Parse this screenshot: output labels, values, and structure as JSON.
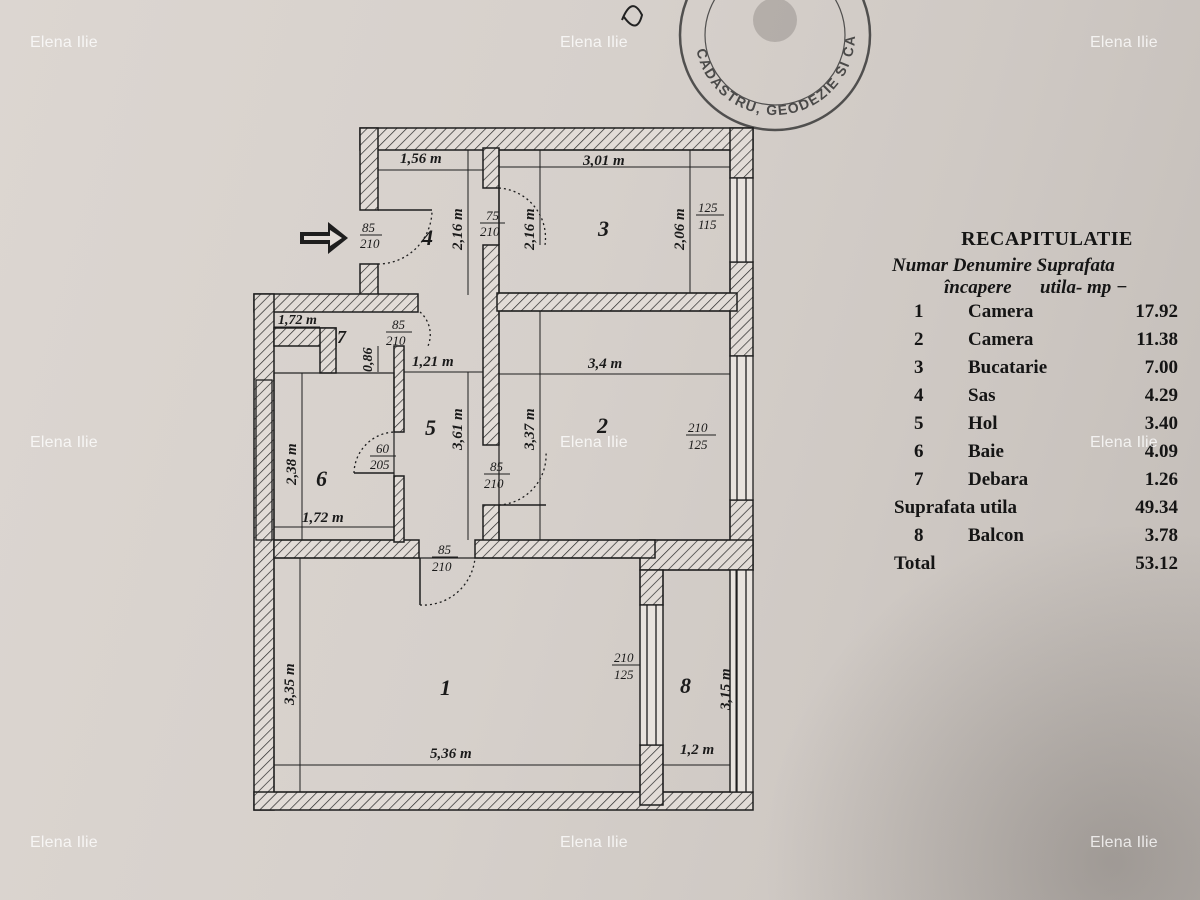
{
  "watermarks": [
    "Elena Ilie",
    "Elena Ilie",
    "Elena Ilie",
    "Elena Ilie",
    "Elena Ilie",
    "Elena Ilie",
    "Elena Ilie",
    "Elena Ilie"
  ],
  "stamp": {
    "text": "CADASTRU, GEODEZIE SI CARTOGRAFIE"
  },
  "plan": {
    "rooms": [
      {
        "id": "1",
        "label": "1"
      },
      {
        "id": "2",
        "label": "2"
      },
      {
        "id": "3",
        "label": "3"
      },
      {
        "id": "4",
        "label": "4"
      },
      {
        "id": "5",
        "label": "5"
      },
      {
        "id": "6",
        "label": "6"
      },
      {
        "id": "7",
        "label": "7"
      },
      {
        "id": "8",
        "label": "8"
      }
    ],
    "dimensions": [
      "1,56 m",
      "3,01 m",
      "2,16 m",
      "2,16 m",
      "2,06 m",
      "1,72 m",
      "0,86",
      "1,21 m",
      "3,4 m",
      "3,61 m",
      "3,37 m",
      "2,38 m",
      "1,72 m",
      "3,35 m",
      "5,36 m",
      "3,15 m",
      "1,2 m"
    ],
    "openings": [
      {
        "top": "85",
        "bottom": "210"
      },
      {
        "top": "75",
        "bottom": "210"
      },
      {
        "top": "125",
        "bottom": "115"
      },
      {
        "top": "85",
        "bottom": "210"
      },
      {
        "top": "210",
        "bottom": "125"
      },
      {
        "top": "60",
        "bottom": "205"
      },
      {
        "top": "85",
        "bottom": "210"
      },
      {
        "top": "85",
        "bottom": "210"
      },
      {
        "top": "210",
        "bottom": "125"
      }
    ]
  },
  "recap": {
    "title": "RECAPITULATIE",
    "header_line1": "Numar Denumire Suprafata",
    "header_line2": "încapere      utila- mp −",
    "rooms": [
      {
        "nr": "1",
        "name": "Camera",
        "area": "17.92"
      },
      {
        "nr": "2",
        "name": "Camera",
        "area": "11.38"
      },
      {
        "nr": "3",
        "name": "Bucatarie",
        "area": "7.00"
      },
      {
        "nr": "4",
        "name": "Sas",
        "area": "4.29"
      },
      {
        "nr": "5",
        "name": "Hol",
        "area": "3.40"
      },
      {
        "nr": "6",
        "name": "Baie",
        "area": "4.09"
      },
      {
        "nr": "7",
        "name": "Debara",
        "area": "1.26"
      }
    ],
    "usable_label": "Suprafata utila",
    "usable_value": "49.34",
    "balcony": {
      "nr": "8",
      "name": "Balcon",
      "area": "3.78"
    },
    "total_label": "Total",
    "total_value": "53.12"
  }
}
